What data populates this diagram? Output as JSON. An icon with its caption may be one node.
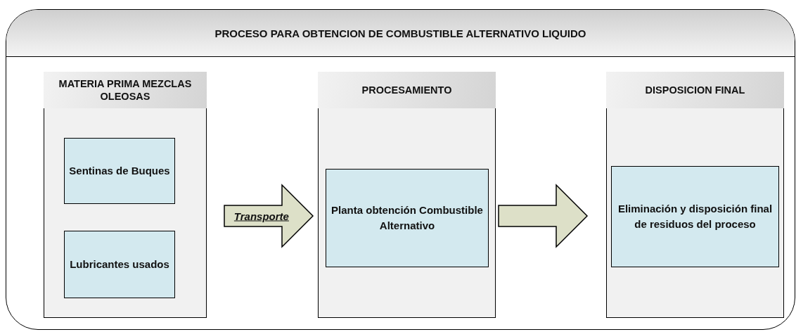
{
  "diagram": {
    "nodes": [
      {
        "text": [
          "PROCESO PARA OBTENCION DE COMBUSTIBLE ALTERNATIVO LIQUIDO"
        ]
      },
      {
        "text": [
          "MATERIA PRIMA MEZCLAS OLEOSAS"
        ],
        "in": 0
      },
      {
        "text": [
          "Sentinas de Buques"
        ],
        "in": 1
      },
      {
        "text": [
          "Lubricantes usados"
        ],
        "in": 1
      },
      {
        "text": [
          "PROCESAMIENTO"
        ],
        "in": 0
      },
      {
        "text": [
          "Planta obtención Combustible Alternativo"
        ],
        "in": 4
      },
      {
        "text": [
          "DISPOSICION FINAL"
        ],
        "in": 0
      },
      {
        "text": [
          "Eliminación y disposición final de residuos del proceso"
        ],
        "in": 6
      }
    ],
    "edges": [
      {
        "from": 1,
        "to": 5,
        "arrow": "to",
        "label": "Transporte"
      },
      {
        "from": 5,
        "to": 6,
        "arrow": "to"
      }
    ]
  }
}
